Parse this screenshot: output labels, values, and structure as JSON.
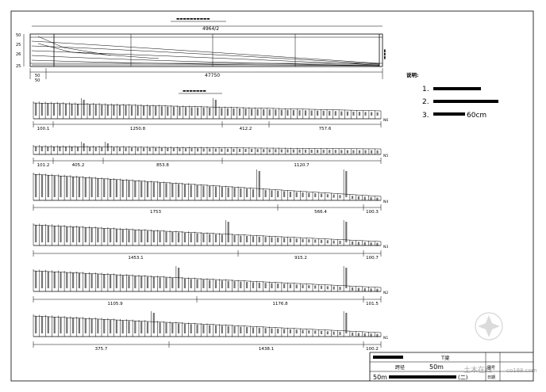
{
  "elevation": {
    "half_length_dim": "4964/2",
    "full_length_dim": "47750",
    "left_dims": [
      "50",
      "25",
      "26",
      "25"
    ],
    "bottom_left_dims": [
      "50",
      "50"
    ]
  },
  "notes": {
    "heading": "说明:",
    "items": [
      {
        "num": "1.",
        "text": ""
      },
      {
        "num": "2.",
        "text": ""
      },
      {
        "num": "3.",
        "text": "60cm"
      }
    ]
  },
  "rows": [
    {
      "id": "N6",
      "segments": [
        "100.1",
        "1250.8",
        "412.2",
        "757.6"
      ]
    },
    {
      "id": "N5",
      "segments": [
        "101.2",
        "405.2",
        "853.8",
        "1120.7"
      ]
    },
    {
      "id": "N4",
      "segments": [
        "1753",
        "566.4",
        "100.3"
      ]
    },
    {
      "id": "N3",
      "segments": [
        "1453.1",
        "915.2",
        "100.7"
      ]
    },
    {
      "id": "N2",
      "segments": [
        "1105.9",
        "1176.8",
        "101.5"
      ]
    },
    {
      "id": "N1",
      "segments": [
        "375.7",
        "1438.1",
        "100.2"
      ]
    }
  ],
  "title_block": {
    "span_label": "跨径",
    "span_value": "50m",
    "drawing_title": "50m",
    "drawing_title_suffix": "(二)",
    "sheet_label_1": "图号",
    "sheet_label_2": "日期",
    "beam_label": "T梁"
  },
  "watermark": {
    "cn": "土木在线",
    "url": "co188.com"
  }
}
